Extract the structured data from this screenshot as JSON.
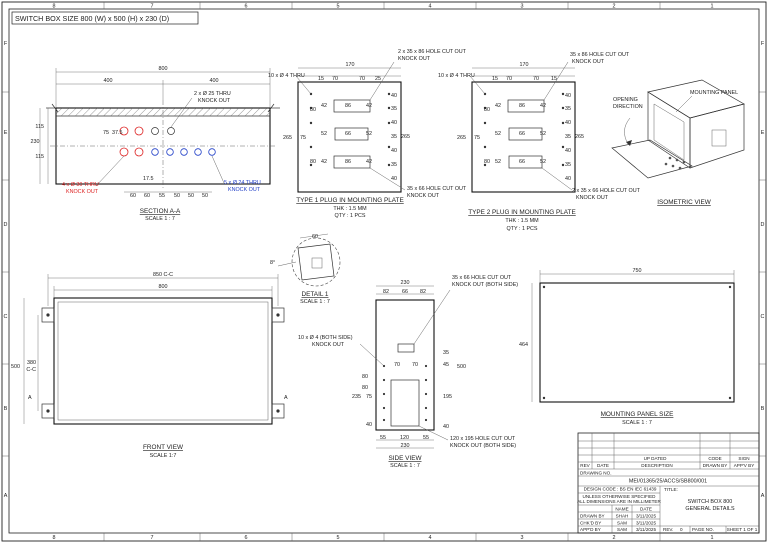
{
  "title": "SWITCH BOX SIZE 800 (W) x 500 (H) x 230 (D)",
  "frame": {
    "cols": [
      "8",
      "7",
      "6",
      "5",
      "4",
      "3",
      "2",
      "1"
    ],
    "rows": [
      "F",
      "E",
      "D",
      "C",
      "B",
      "A"
    ]
  },
  "section_aa": {
    "title": "SECTION A-A",
    "scale": "SCALE 1 : 7",
    "dims": {
      "overall": "800",
      "left": "400",
      "right": "400",
      "h_total": "230",
      "h_top": "115",
      "h_bot": "115",
      "d75": "75",
      "d375": "37.5",
      "d175": "17.5",
      "s60a": "60",
      "s60b": "60",
      "s55": "55",
      "s50a": "50",
      "s50b": "50",
      "s50c": "50"
    },
    "note_25": [
      "2 x Ø 25 THRU",
      "KNOCK OUT"
    ],
    "note_30": [
      "4 x Ø 30 THRU",
      "KNOCK OUT"
    ],
    "note_24": [
      "5 x Ø 24 THRU",
      "KNOCK OUT"
    ]
  },
  "plate1": {
    "title": "TYPE 1 PLUG IN MOUNTING PLATE",
    "thk": "THK : 1.5 MM",
    "qty": "QTY : 1 PCS",
    "note_top": [
      "2 x 35 x 86 HOLE CUT OUT",
      "KNOCK OUT"
    ],
    "note_holes": "10 x Ø 4 THRU",
    "note_bottom": [
      "35 x 66 HOLE CUT OUT",
      "KNOCK OUT"
    ],
    "dims": {
      "w": "170",
      "c15": "15",
      "c70a": "70",
      "c70b": "70",
      "c25": "25",
      "h": "265",
      "h75": "75",
      "r40a": "40",
      "r35a": "35",
      "r40b": "40",
      "r35b": "35",
      "r40c": "40",
      "r35c": "35",
      "r40d": "40",
      "l80a": "80",
      "l80b": "80",
      "l35": "35",
      "r265": "265",
      "a42": "42",
      "a86": "86",
      "a42b": "42",
      "b52": "52",
      "b66": "66",
      "b52b": "52",
      "c42": "42",
      "c86": "86",
      "c42b": "42"
    }
  },
  "plate2": {
    "title": "TYPE 2 PLUG IN MOUNTING PLATE",
    "thk": "THK : 1.5 MM",
    "qty": "QTY : 1 PCS",
    "note_top": [
      "35 x 86 HOLE CUT OUT",
      "KNOCK OUT"
    ],
    "note_holes": "10 x Ø 4 THRU",
    "note_bottom": [
      "2 x 35 x 66 HOLE CUT OUT",
      "KNOCK OUT"
    ],
    "dims": {
      "w": "170",
      "c15": "15",
      "c70a": "70",
      "c70b": "70",
      "c15b": "15",
      "h": "265",
      "h75": "75",
      "r40a": "40",
      "r35a": "35",
      "r40b": "40",
      "r35b": "35",
      "r40c": "40",
      "r35c": "35",
      "r40d": "40",
      "l80a": "80",
      "l80b": "80",
      "r265": "265",
      "a42": "42",
      "a86": "86",
      "a42b": "42",
      "b52": "52",
      "b66": "66",
      "b52b": "52",
      "c52": "52",
      "c66": "66",
      "c52b": "52"
    }
  },
  "isometric": {
    "title": "ISOMETRIC VIEW",
    "opening": [
      "OPENING",
      "DIRECTION"
    ],
    "panel": "MOUNTING PANEL"
  },
  "detail1": {
    "title": "DETAIL 1",
    "scale": "SCALE 1 : 7",
    "d60": "60",
    "d8": "8°"
  },
  "front": {
    "title": "FRONT VIEW",
    "scale": "SCALE 1:7",
    "d850": "850 C-C",
    "d800": "800",
    "d500": "500",
    "d380": [
      "380",
      "C-C"
    ],
    "mark_a": "A"
  },
  "side": {
    "title": "SIDE VIEW",
    "scale": "SCALE 1 : 7",
    "note_top": [
      "35 x 66 HOLE CUT OUT",
      "KNOCK OUT (BOTH SIDE)"
    ],
    "note_holes": [
      "10 x Ø 4 (BOTH SIDE)",
      "KNOCK OUT"
    ],
    "note_bottom": [
      "120 x 195 HOLE CUT OUT",
      "KNOCK OUT (BOTH SIDE)"
    ],
    "dims": {
      "w230": "230",
      "t82a": "82",
      "t66": "66",
      "t82b": "82",
      "r35": "35",
      "r45": "45",
      "h500": "500",
      "c70a": "70",
      "c70b": "70",
      "l80a": "80",
      "l80b": "80",
      "l235": "235",
      "l75": "75",
      "l40": "40",
      "r195": "195",
      "r40": "40",
      "b55": "55",
      "b120": "120",
      "b55b": "55",
      "b230": "230"
    }
  },
  "mounting_panel": {
    "title": "MOUNTING PANEL SIZE",
    "scale": "SCALE 1 : 7",
    "w": "750",
    "h": "464"
  },
  "title_block": {
    "rev_headers": [
      "REV",
      "DATE",
      "DESCRIPTION",
      "DRAWN BY",
      "APP'V BY"
    ],
    "rev_subheaders": [
      "UP DATED",
      "CODE",
      "SIGN"
    ],
    "drawing_no_label": "DRAWING NO.",
    "drawing_no": "MEI/01365/25/ACCS/SB800/001",
    "design_code": "DESIGN CODE : BS EN IEC 61439",
    "tolerance": [
      "UNLESS OTHERWISE SPECIFIED",
      "ALL DIMENSIONS ARE IN MILLIMETER"
    ],
    "title_label": "TITLE:",
    "drawing_title": [
      "SWITCH BOX 800",
      "GENERAL DETAILS"
    ],
    "name_label": "NAME",
    "date_label": "DATE",
    "drawn": [
      "DRAWN BY",
      "SHAH",
      "3/11/2025"
    ],
    "checked": [
      "CHK'D BY",
      "SAM",
      "3/11/2025"
    ],
    "approved": [
      "APP'D BY",
      "SAM",
      "3/11/2025"
    ],
    "rev_label": "REV.",
    "rev_value": "0",
    "page_label": "PAGE NO.",
    "sheet": "SHEET 1 OF 1"
  }
}
